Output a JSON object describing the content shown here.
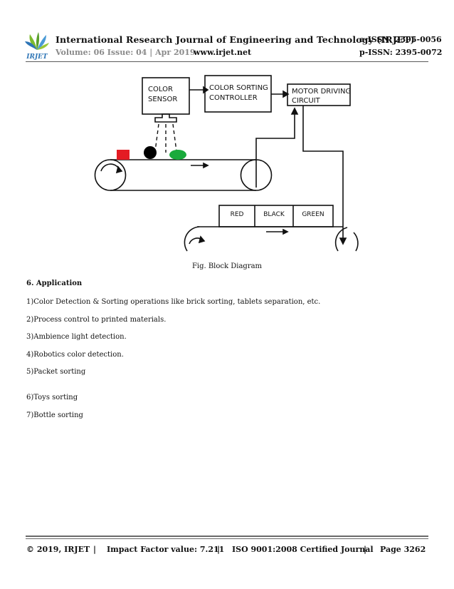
{
  "header": {
    "logo_text": "IRJET",
    "journal_title": "International Research Journal of Engineering and Technology (IRJET)",
    "e_issn": "e-ISSN: 2395-0056",
    "volume_issue": "Volume: 06 Issue: 04 | Apr 2019",
    "website": "www.irjet.net",
    "p_issn": "p-ISSN: 2395-0072"
  },
  "diagram": {
    "color_sensor_line1": "COLOR",
    "color_sensor_line2": "SENSOR",
    "controller_line1": "COLOR SORTING",
    "controller_line2": "CONTROLLER",
    "motor_line1": "MOTOR DRIVING",
    "motor_line2": "CIRCUIT",
    "bin_red": "RED",
    "bin_black": "BLACK",
    "bin_green": "GREEN",
    "object_colors": {
      "red": "#e41b23",
      "black": "#000000",
      "green": "#1aaa3c"
    }
  },
  "figure_caption": "Fig. Block Diagram",
  "section_heading": "6. Application",
  "applications": [
    "1)Color Detection & Sorting operations like brick sorting, tablets separation, etc.",
    "2)Process control to printed materials.",
    "3)Ambience light detection.",
    "4)Robotics color detection.",
    "5)Packet sorting",
    "6)Toys sorting",
    "7)Bottle sorting"
  ],
  "footer": {
    "copyright": "© 2019, IRJET",
    "sep": "|",
    "impact": "Impact Factor value: 7.211",
    "iso": "ISO 9001:2008 Certified Journal",
    "page": "Page 3262"
  }
}
